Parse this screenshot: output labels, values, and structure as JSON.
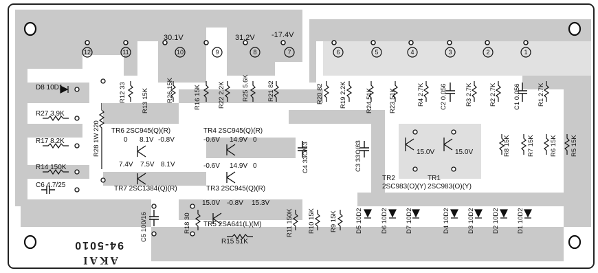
{
  "board": {
    "maker": "AKAI",
    "part_number": "94-5010",
    "terminals": [
      "12",
      "11",
      "10",
      "9",
      "8",
      "7",
      "6",
      "5",
      "4",
      "3",
      "2",
      "1"
    ],
    "terminal_voltages": {
      "t10": "30.1V",
      "t8": "31.2V",
      "t7": "-17.4V"
    }
  },
  "components": {
    "D8": "D8  10D1",
    "R27": "R27  3.9K",
    "R17": "R17  8.2K",
    "R14": "R14  150K",
    "C6": "C6   4.7/25",
    "R12": "R12 33",
    "R13": "R13 15K",
    "R26": "R26 15K",
    "R16": "R16 15K",
    "R22": "R22 2.2K",
    "R25": "R25 5.6K",
    "R21": "R21 82",
    "R20": "R20 82",
    "R19": "R19 2.2K",
    "R24": "R24 51K",
    "R23": "R23 51K",
    "R4": "R4 2.7K",
    "C2": "C2 0.056",
    "R3": "R3 2.7K",
    "R2": "R2 2.7K",
    "C1": "C1 0.056",
    "R1": "R1 2.7K",
    "R28": "R28 1W 220",
    "TR6": "TR6  2SC945(Q)(R)",
    "TR4": "TR4  2SC945(Q)(R)",
    "TR7": "TR7  2SC1384(Q)(R)",
    "TR3": "TR3  2SC945(Q)(R)",
    "TR5": "TR5  2SA641(L)(M)",
    "TR2": "TR2",
    "TR2_type": "2SC983(O)(Y)",
    "TR1": "TR1",
    "TR1_type": "2SC983(O)(Y)",
    "C4": "C4 33O/63",
    "C3": "C3 33O/63",
    "R8": "R8 15K",
    "R7": "R7 15K",
    "R6": "R6 15K",
    "R5": "R5 15K",
    "C5": "C5 100/16",
    "R18": "R18 30",
    "R15": "R15  51K",
    "R11": "R11 150K",
    "R10": "R10 15K",
    "R9": "R9 15K",
    "D5": "D5 10D2",
    "D6": "D6 10D2",
    "D7": "D7 10D2",
    "D4": "D4 10D2",
    "D3": "D3 10D2",
    "D2": "D2 10D2",
    "D1": "D1 10D2"
  },
  "voltages": {
    "tr6_e": "0",
    "tr6_b": "8.1V",
    "tr6_c": "-0.8V",
    "tr7_e": "7.4V",
    "tr7_b": "7.5V",
    "tr7_c": "8.1V",
    "tr4_e": "-0.6V",
    "tr4_b": "14.9V",
    "tr4_c": "0",
    "tr3_e": "-0.6V",
    "tr3_b": "14.9V",
    "tr3_c": "0",
    "tr5_e": "15.0V",
    "tr5_b": "-0.8V",
    "tr5_c": "15.3V",
    "tr2_v": "15.0V",
    "tr1_v": "15.0V"
  }
}
